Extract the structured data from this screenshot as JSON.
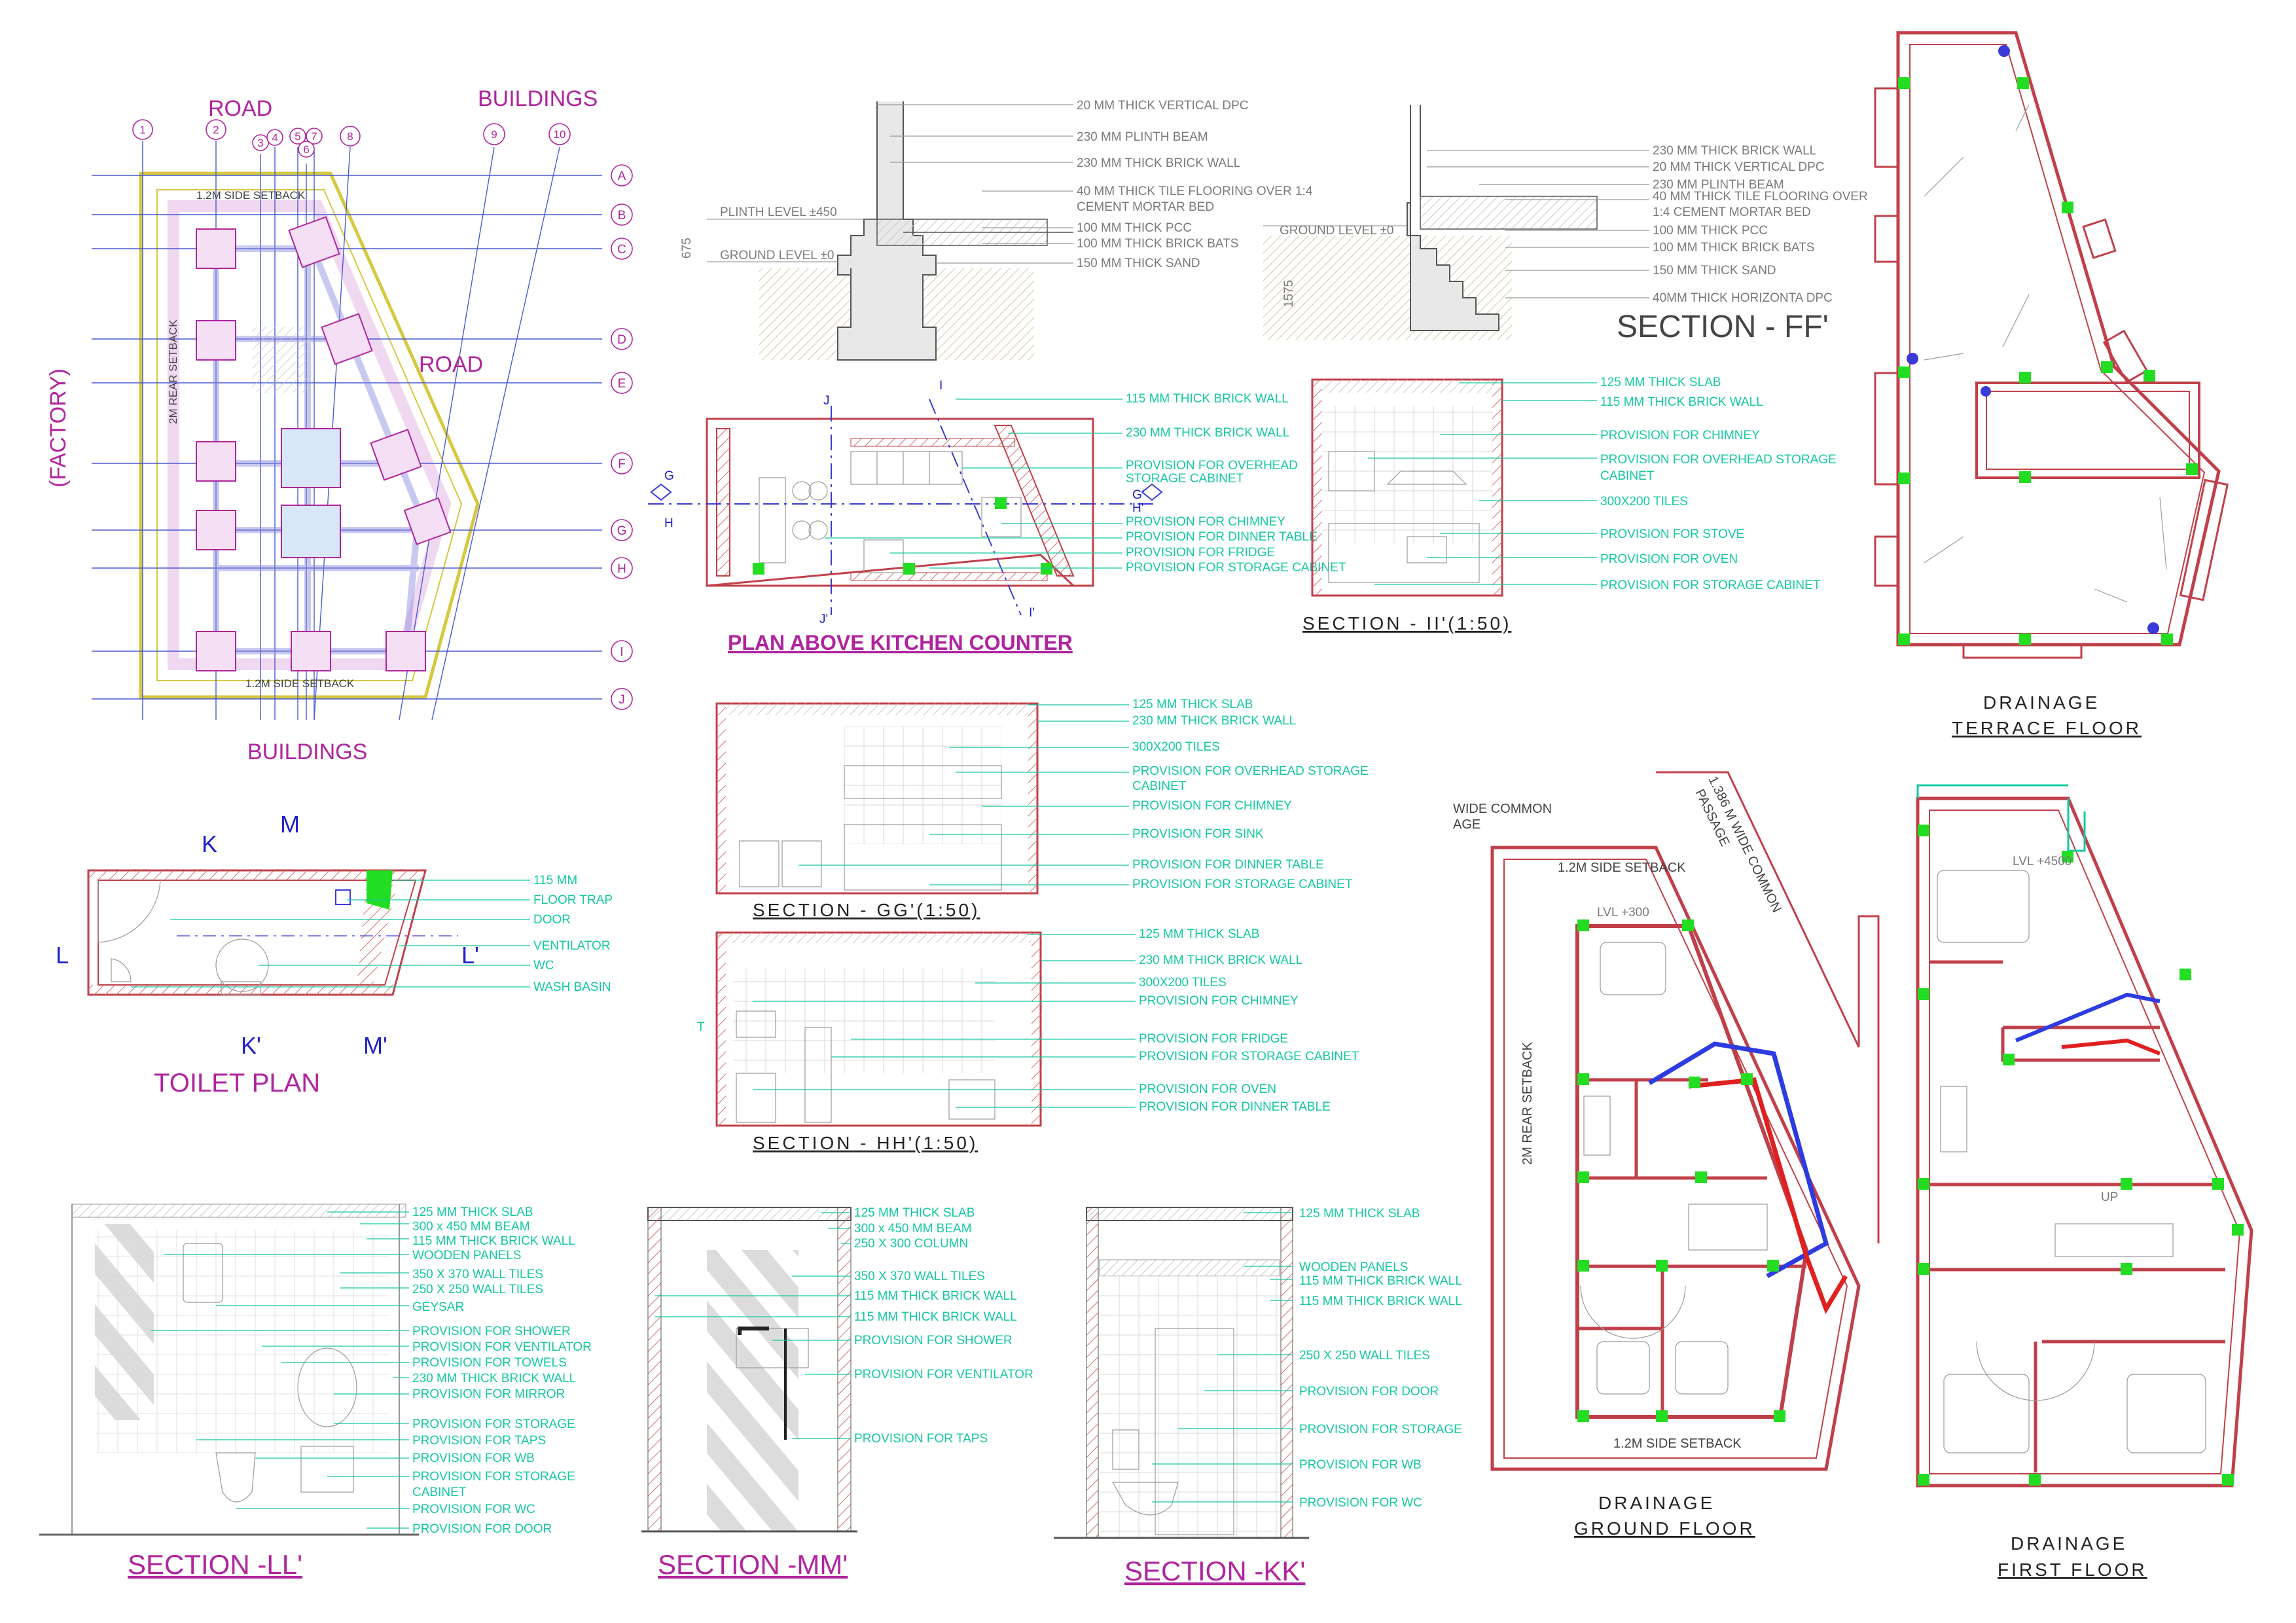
{
  "site_plan": {
    "top_labels": [
      "ROAD",
      "BUILDINGS"
    ],
    "right_label": "ROAD",
    "left_label": "(FACTORY)",
    "bottom_label": "BUILDINGS",
    "setback_top": "1.2M SIDE SETBACK",
    "setback_bottom": "1.2M SIDE SETBACK",
    "setback_rear": "2M REAR SETBACK",
    "column_grid": [
      "1",
      "2",
      "3",
      "4",
      "5",
      "7",
      "6",
      "8",
      "9",
      "10"
    ],
    "row_grid": [
      "A",
      "B",
      "C",
      "D",
      "E",
      "F",
      "G",
      "H",
      "I",
      "J"
    ]
  },
  "section_ff_details": {
    "left_callouts": [
      "20 MM THICK VERTICAL DPC",
      "230 MM PLINTH BEAM",
      "230 MM THICK BRICK WALL",
      "40 MM THICK TILE FLOORING OVER 1:4",
      "CEMENT MORTAR BED",
      "100 MM THICK PCC",
      "100 MM THICK BRICK BATS",
      "150 MM THICK SAND"
    ],
    "left_levels": [
      "PLINTH LEVEL ±450",
      "GROUND LEVEL ±0",
      "675"
    ],
    "right_callouts": [
      "230 MM THICK BRICK WALL",
      "20 MM THICK VERTICAL DPC",
      "230 MM PLINTH BEAM",
      "40 MM THICK TILE FLOORING OVER",
      "1:4 CEMENT MORTAR BED",
      "100 MM THICK PCC",
      "100 MM THICK BRICK BATS",
      "150 MM THICK SAND",
      "40MM THICK HORIZONTA DPC"
    ],
    "right_levels": [
      "GROUND LEVEL ±0",
      "1575"
    ],
    "title": "SECTION - FF'"
  },
  "kitchen_plan": {
    "title": "PLAN ABOVE KITCHEN COUNTER",
    "markers": [
      "J",
      "I",
      "G",
      "H",
      "G'",
      "H'",
      "J'",
      "I'"
    ],
    "callouts": [
      "115 MM THICK BRICK WALL",
      "230 MM THICK BRICK WALL",
      "PROVISION FOR OVERHEAD",
      "STORAGE CABINET",
      "PROVISION FOR CHIMNEY",
      "PROVISION FOR DINNER TABLE",
      "PROVISION FOR FRIDGE",
      "PROVISION FOR STORAGE CABINET"
    ]
  },
  "section_ii": {
    "title": "SECTION - II'(1:50)",
    "callouts": [
      "125 MM THICK SLAB",
      "115 MM THICK BRICK WALL",
      "PROVISION FOR CHIMNEY",
      "PROVISION FOR OVERHEAD STORAGE",
      "CABINET",
      "300X200 TILES",
      "PROVISION FOR STOVE",
      "PROVISION FOR OVEN",
      "PROVISION FOR STORAGE CABINET"
    ]
  },
  "section_gg": {
    "title": "SECTION - GG'(1:50)",
    "callouts": [
      "125 MM THICK SLAB",
      "230 MM THICK BRICK WALL",
      "300X200 TILES",
      "PROVISION FOR OVERHEAD STORAGE",
      "CABINET",
      "PROVISION FOR CHIMNEY",
      "PROVISION FOR SINK",
      "PROVISION FOR DINNER TABLE",
      "PROVISION FOR STORAGE CABINET"
    ]
  },
  "section_hh": {
    "title": "SECTION - HH'(1:50)",
    "callouts": [
      "125 MM THICK SLAB",
      "230 MM THICK BRICK WALL",
      "300X200 TILES",
      "PROVISION FOR CHIMNEY",
      "PROVISION FOR FRIDGE",
      "PROVISION FOR STORAGE CABINET",
      "PROVISION FOR OVEN",
      "PROVISION FOR DINNER TABLE"
    ],
    "marker": "T"
  },
  "toilet_plan": {
    "title": "TOILET PLAN",
    "markers": [
      "K",
      "M",
      "L",
      "L'",
      "K'",
      "M'"
    ],
    "callouts": [
      "115 MM",
      "FLOOR TRAP",
      "DOOR",
      "VENTILATOR",
      "WC",
      "WASH BASIN"
    ]
  },
  "section_ll": {
    "title": "SECTION -LL'",
    "callouts": [
      "125 MM THICK SLAB",
      "300 x 450 MM BEAM",
      "115 MM THICK BRICK WALL",
      "WOODEN PANELS",
      "350 X 370 WALL TILES",
      "250 X 250 WALL TILES",
      "GEYSAR",
      "PROVISION FOR SHOWER",
      "PROVISION FOR VENTILATOR",
      "PROVISION FOR TOWELS",
      "230 MM THICK BRICK WALL",
      "PROVISION FOR MIRROR",
      "PROVISION FOR STORAGE",
      "PROVISION FOR TAPS",
      "PROVISION FOR WB",
      "PROVISION FOR STORAGE",
      "CABINET",
      "PROVISION FOR WC",
      "PROVISION FOR DOOR"
    ]
  },
  "section_mm": {
    "title": "SECTION -MM'",
    "callouts": [
      "125 MM THICK SLAB",
      "300 x 450 MM BEAM",
      "250 X 300 COLUMN",
      "350 X 370 WALL TILES",
      "115 MM THICK BRICK WALL",
      "115 MM THICK BRICK WALL",
      "PROVISION FOR SHOWER",
      "PROVISION FOR VENTILATOR",
      "PROVISION FOR TAPS"
    ]
  },
  "section_kk": {
    "title": "SECTION -KK'",
    "callouts": [
      "125 MM THICK SLAB",
      "WOODEN PANELS",
      "115 MM THICK BRICK WALL",
      "115 MM THICK BRICK WALL",
      "250 X 250 WALL TILES",
      "PROVISION FOR DOOR",
      "PROVISION FOR STORAGE",
      "PROVISION FOR WB",
      "PROVISION FOR WC"
    ]
  },
  "drainage_terrace": {
    "title_line1": "DRAINAGE",
    "title_line2": "TERRACE FLOOR"
  },
  "drainage_ground": {
    "title_line1": "DRAINAGE",
    "title_line2": "GROUND FLOOR",
    "passage_a": "WIDE COMMON",
    "passage_a2": "AGE",
    "passage_b": "1.386 M WIDE COMMON",
    "passage_b2": "PASSAGE",
    "setback_top": "1.2M SIDE SETBACK",
    "setback_bottom": "1.2M SIDE SETBACK",
    "setback_rear": "2M REAR SETBACK",
    "level": "LVL +300"
  },
  "drainage_first": {
    "title_line1": "DRAINAGE",
    "title_line2": "FIRST FLOOR",
    "level": "LVL +4500",
    "up": "UP"
  },
  "colors": {
    "magenta": "#b0249e",
    "grid_blue": "#4a5ad0",
    "annotation_green": "#14c8a0",
    "wall_red": "#c0404a",
    "node_green": "#22dd22"
  }
}
